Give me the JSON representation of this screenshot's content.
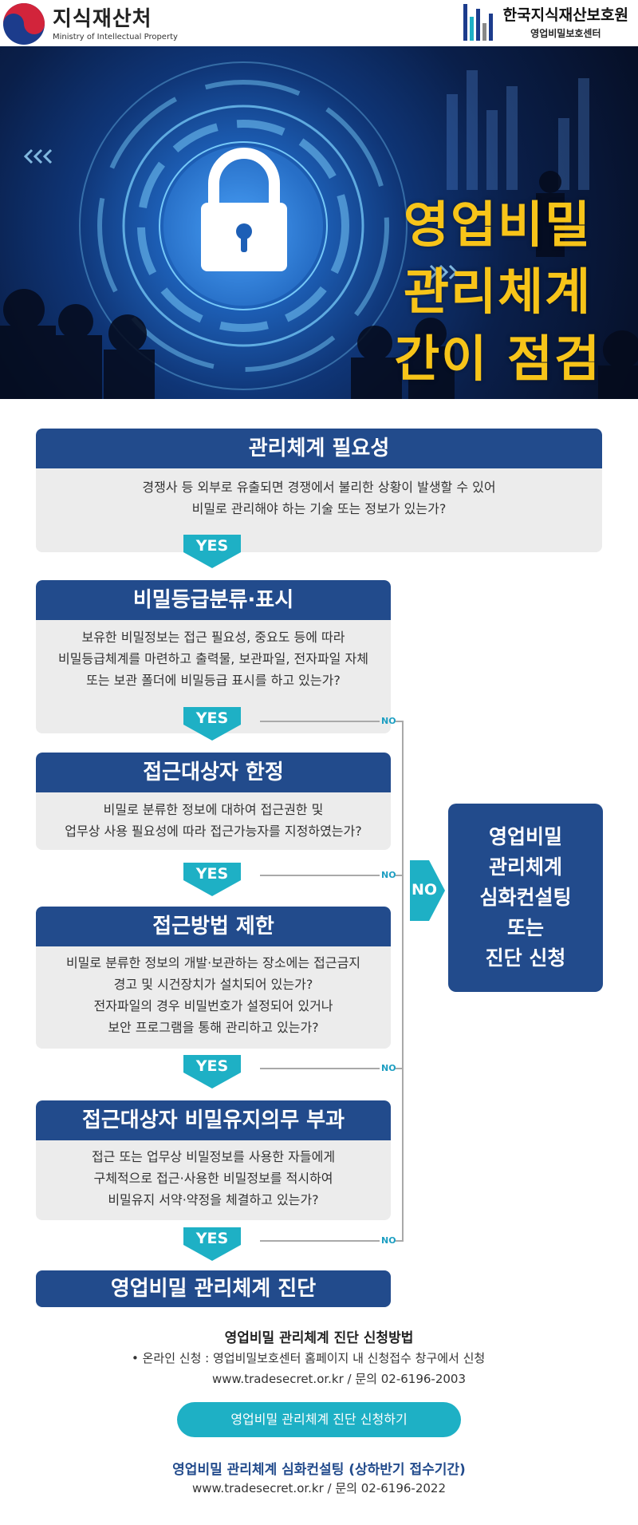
{
  "header": {
    "left_logo_ko": "지식재산처",
    "left_logo_en": "Ministry of Intellectual Property",
    "right_logo_ko": "한국지식재산보호원",
    "right_logo_sub": "영업비밀보호센터"
  },
  "hero": {
    "title_lines": [
      "영업비밀",
      "관리체계",
      "간이 점검"
    ]
  },
  "steps": [
    {
      "title": "관리체계 필요성",
      "lines": [
        "경쟁사 등 외부로 유출되면 경쟁에서 불리한 상황이 발생할 수 있어",
        "비밀로 관리해야 하는 기술 또는 정보가 있는가?"
      ]
    },
    {
      "title": "비밀등급분류·표시",
      "lines": [
        "보유한 비밀정보는 접근 필요성, 중요도 등에 따라",
        "비밀등급체계를 마련하고 출력물, 보관파일, 전자파일 자체",
        "또는 보관 폴더에 비밀등급 표시를 하고 있는가?"
      ]
    },
    {
      "title": "접근대상자 한정",
      "lines": [
        "비밀로 분류한 정보에 대하여 접근권한 및",
        "업무상 사용 필요성에 따라 접근가능자를 지정하였는가?"
      ]
    },
    {
      "title": "접근방법 제한",
      "lines": [
        "비밀로 분류한 정보의 개발·보관하는 장소에는 접근금지",
        "경고 및 시건장치가 설치되어 있는가?",
        "전자파일의 경우 비밀번호가 설정되어 있거나",
        "보안 프로그램을 통해 관리하고 있는가?"
      ]
    },
    {
      "title": "접근대상자 비밀유지의무 부과",
      "lines": [
        "접근 또는 업무상 비밀정보를 사용한 자들에게",
        "구체적으로 접근·사용한 비밀정보를 적시하여",
        "비밀유지 서약·약정을 체결하고 있는가?"
      ]
    }
  ],
  "flow": {
    "yes_label": "YES",
    "no_label": "NO",
    "final_label": "영업비밀 관리체계 진단",
    "side_lines": [
      "영업비밀",
      "관리체계",
      "심화컨설팅",
      "또는",
      "진단 신청"
    ]
  },
  "footer": {
    "apply_title": "영업비밀 관리체계 진단 신청방법",
    "apply_bullet": "• 온라인 신청 : 영업비밀보호센터 홈페이지 내 신청접수 창구에서 신청",
    "apply_contact": "www.tradesecret.or.kr / 문의 02-6196-2003",
    "cta_label": "영업비밀 관리체계 진단 신청하기",
    "consult_title": "영업비밀 관리체계 심화컨설팅 (상하반기 접수기간)",
    "consult_contact": "www.tradesecret.or.kr / 문의 02-6196-2022"
  },
  "colors": {
    "navy": "#224b8c",
    "teal": "#1eb0c5",
    "yellow": "#f7c419",
    "gray_bg": "#ececec"
  }
}
